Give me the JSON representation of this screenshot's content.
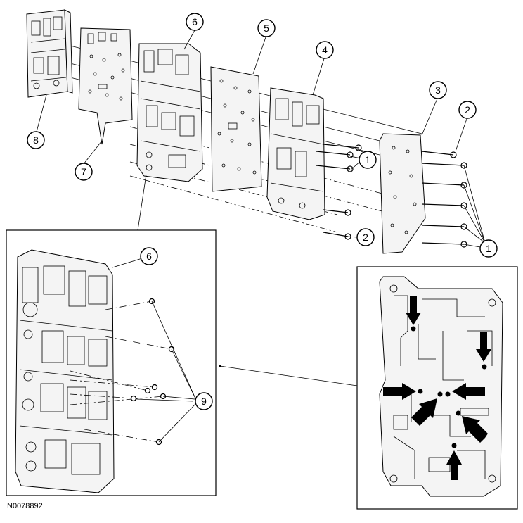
{
  "figure_id": "N0078892",
  "callouts": {
    "c1a": "1",
    "c1b": "1",
    "c2a": "2",
    "c2b": "2",
    "c3": "3",
    "c4": "4",
    "c5": "5",
    "c6a": "6",
    "c6b": "6",
    "c7": "7",
    "c8": "8",
    "c9": "9"
  },
  "markers": {
    "arrow_count": 7,
    "pointer_arrows": [
      "down",
      "down",
      "right",
      "left",
      "up-right",
      "up-left",
      "up"
    ]
  }
}
